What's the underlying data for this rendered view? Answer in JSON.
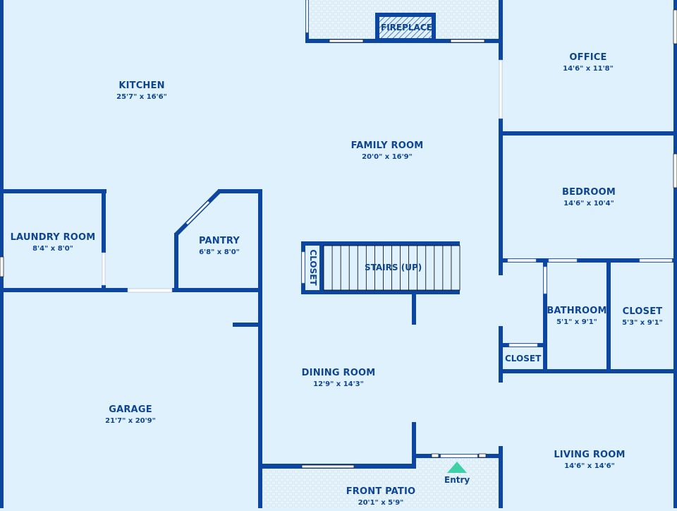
{
  "floorplan": {
    "colors": {
      "wall": "#0d46a0",
      "floor": "#dff1fd",
      "patio": "#e9f5fc",
      "text": "#0f4590",
      "entry_marker": "#3fd0a6",
      "window": "#ffffff"
    },
    "rooms": [
      {
        "id": "kitchen",
        "name": "KITCHEN",
        "dims": "25'7\" x 16'6\""
      },
      {
        "id": "family-room",
        "name": "FAMILY ROOM",
        "dims": "20'0\" x 16'9\""
      },
      {
        "id": "office",
        "name": "OFFICE",
        "dims": "14'6\" x 11'8\""
      },
      {
        "id": "bedroom",
        "name": "BEDROOM",
        "dims": "14'6\" x 10'4\""
      },
      {
        "id": "laundry-room",
        "name": "LAUNDRY ROOM",
        "dims": "8'4\" x 8'0\""
      },
      {
        "id": "pantry",
        "name": "PANTRY",
        "dims": "6'8\" x 8'0\""
      },
      {
        "id": "bathroom",
        "name": "BATHROOM",
        "dims": "5'1\" x 9'1\""
      },
      {
        "id": "closet-large",
        "name": "CLOSET",
        "dims": "5'3\" x 9'1\""
      },
      {
        "id": "dining-room",
        "name": "DINING ROOM",
        "dims": "12'9\" x 14'3\""
      },
      {
        "id": "garage",
        "name": "GARAGE",
        "dims": "21'7\" x 20'9\""
      },
      {
        "id": "living-room",
        "name": "LIVING ROOM",
        "dims": "14'6\" x 14'6\""
      },
      {
        "id": "front-patio",
        "name": "FRONT PATIO",
        "dims": "20'1\" x 5'9\""
      }
    ],
    "labels": {
      "fireplace": "FIREPLACE",
      "stairs": "STAIRS (UP)",
      "stair_closet": "CLOSET",
      "hall_closet": "CLOSET",
      "entry": "Entry"
    }
  }
}
